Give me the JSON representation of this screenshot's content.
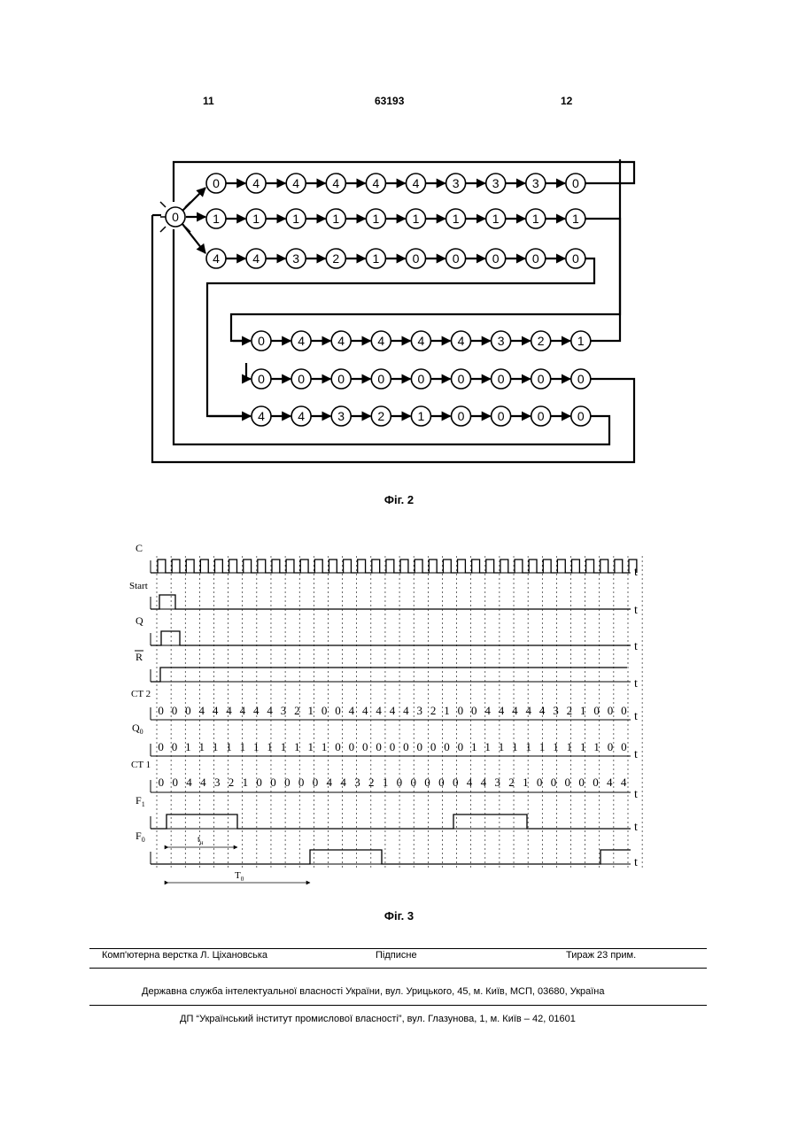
{
  "header": {
    "left": "11",
    "center": "63193",
    "right": "12"
  },
  "fig2": {
    "caption": "Фіг. 2",
    "start_node": "0",
    "rows": [
      [
        "0",
        "4",
        "4",
        "4",
        "4",
        "4",
        "3",
        "3",
        "3",
        "0"
      ],
      [
        "1",
        "1",
        "1",
        "1",
        "1",
        "1",
        "1",
        "1",
        "1",
        "1"
      ],
      [
        "4",
        "4",
        "3",
        "2",
        "1",
        "0",
        "0",
        "0",
        "0",
        "0"
      ],
      [
        "0",
        "4",
        "4",
        "4",
        "4",
        "4",
        "3",
        "2",
        "1"
      ],
      [
        "0",
        "0",
        "0",
        "0",
        "0",
        "0",
        "0",
        "0",
        "0"
      ],
      [
        "4",
        "4",
        "3",
        "2",
        "1",
        "0",
        "0",
        "0",
        "0"
      ]
    ]
  },
  "fig3": {
    "caption": "Фіг. 3",
    "signals": {
      "c": "C",
      "start": "Start",
      "q": "Q",
      "r": "R",
      "ct2": "CT 2",
      "q0": "Q",
      "q0_sub": "0",
      "ct1": "CT 1",
      "f1": "F",
      "f1_sub": "1",
      "f0": "F",
      "f0_sub": "0"
    },
    "time_label": "t",
    "ct2_values": [
      "0",
      "0",
      "0",
      "4",
      "4",
      "4",
      "4",
      "4",
      "4",
      "3",
      "2",
      "1",
      "0",
      "0",
      "4",
      "4",
      "4",
      "4",
      "4",
      "3",
      "2",
      "1",
      "0",
      "0",
      "4",
      "4",
      "4",
      "4",
      "4",
      "3",
      "2",
      "1",
      "0",
      "0",
      "0"
    ],
    "q0_values": [
      "0",
      "0",
      "1",
      "1",
      "1",
      "1",
      "1",
      "1",
      "1",
      "1",
      "1",
      "1",
      "1",
      "0",
      "0",
      "0",
      "0",
      "0",
      "0",
      "0",
      "0",
      "0",
      "0",
      "1",
      "1",
      "1",
      "1",
      "1",
      "1",
      "1",
      "1",
      "1",
      "1",
      "0",
      "0"
    ],
    "ct1_values": [
      "0",
      "0",
      "4",
      "4",
      "3",
      "2",
      "1",
      "0",
      "0",
      "0",
      "0",
      "0",
      "4",
      "4",
      "3",
      "2",
      "1",
      "0",
      "0",
      "0",
      "0",
      "0",
      "4",
      "4",
      "3",
      "2",
      "1",
      "0",
      "0",
      "0",
      "0",
      "0",
      "4",
      "4"
    ],
    "interval_tn": "t",
    "interval_tn_sub": "н",
    "interval_t0": "T",
    "interval_t0_sub": "0"
  },
  "footer": {
    "layout": "Комп'ютерна верстка Л. Ціхановська",
    "signed": "Підписне",
    "print_run": "Тираж 23 прим.",
    "agency": "Державна служба інтелектуальної власності України, вул. Урицького, 45, м. Київ, МСП, 03680, Україна",
    "institute": "ДП “Український інститут промислової власності”, вул. Глазунова, 1, м. Київ – 42, 01601"
  }
}
